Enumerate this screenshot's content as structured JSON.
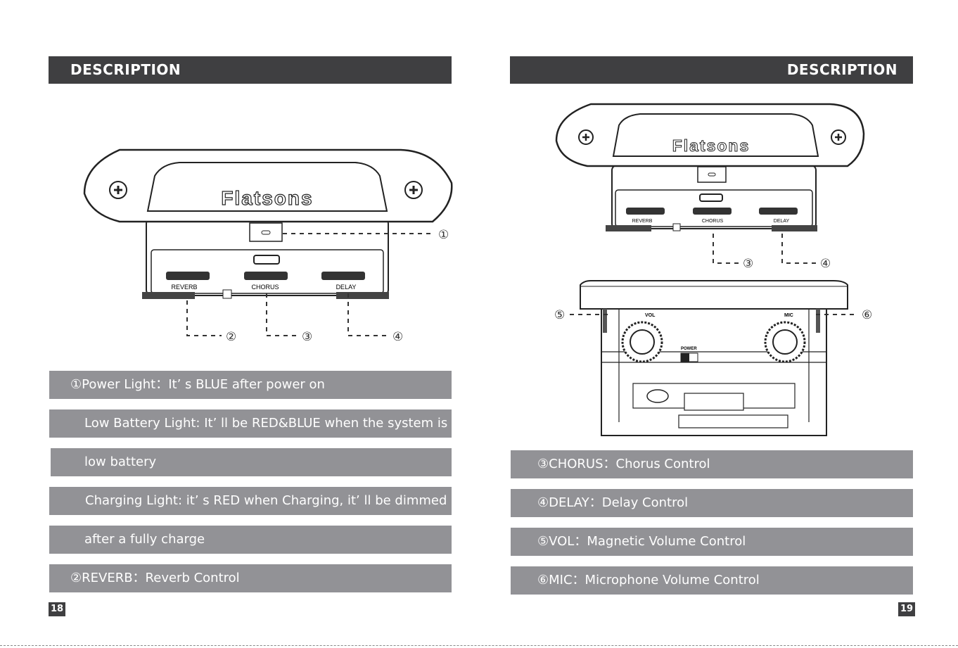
{
  "left_page": {
    "title": "DESCRIPTION",
    "device": {
      "brand": "Flatsons",
      "knobs": [
        "REVERB",
        "CHORUS",
        "DELAY"
      ]
    },
    "callouts": [
      "①",
      "②",
      "③",
      "④"
    ],
    "lines": [
      "①Power Light：It’ s BLUE after power on",
      "Low Battery Light: It’ ll be RED&BLUE when the system is in",
      "low battery",
      "Charging Light: it’ s RED when Charging, it’ ll be dimmed",
      "after a fully charge",
      "②REVERB：Reverb Control"
    ],
    "page_number": "18"
  },
  "right_page": {
    "title": "DESCRIPTION",
    "device": {
      "brand": "Flatsons",
      "knobs": [
        "REVERB",
        "CHORUS",
        "DELAY"
      ],
      "side_labels": [
        "VOL",
        "MIC",
        "POWER"
      ]
    },
    "callouts": [
      "③",
      "④",
      "⑤",
      "⑥"
    ],
    "lines": [
      "③CHORUS：Chorus Control",
      "④DELAY：Delay Control",
      "⑤VOL：Magnetic Volume Control",
      "⑥MIC：Microphone Volume Control"
    ],
    "page_number": "19"
  }
}
